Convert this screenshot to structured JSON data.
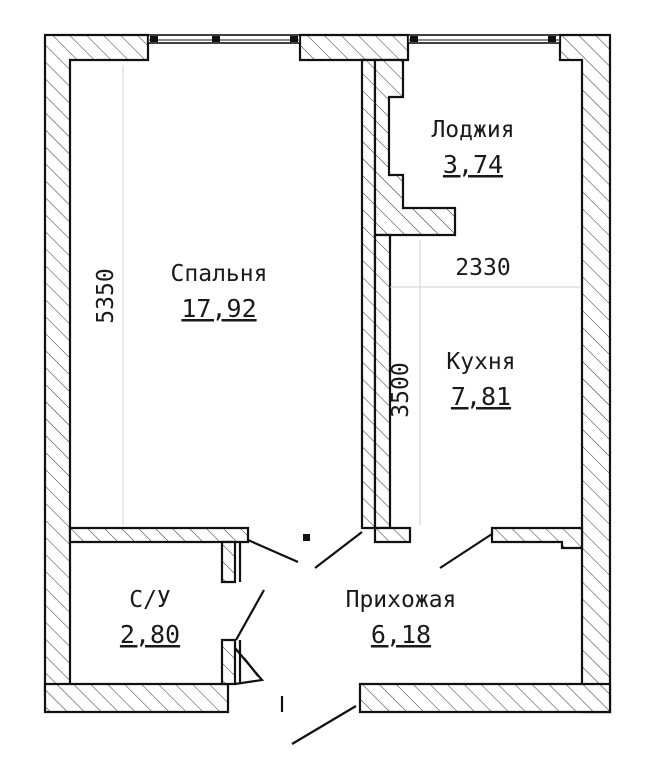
{
  "rooms": {
    "bedroom": {
      "name": "Спальня",
      "area": "17,92"
    },
    "loggia": {
      "name": "Лоджия",
      "area": "3,74"
    },
    "kitchen": {
      "name": "Кухня",
      "area": "7,81"
    },
    "bathroom": {
      "name": "С/У",
      "area": "2,80"
    },
    "hallway": {
      "name": "Прихожая",
      "area": "6,18"
    }
  },
  "dimensions": {
    "bedroom_length": "5350",
    "kitchen_width": "2330",
    "kitchen_length": "3500"
  }
}
